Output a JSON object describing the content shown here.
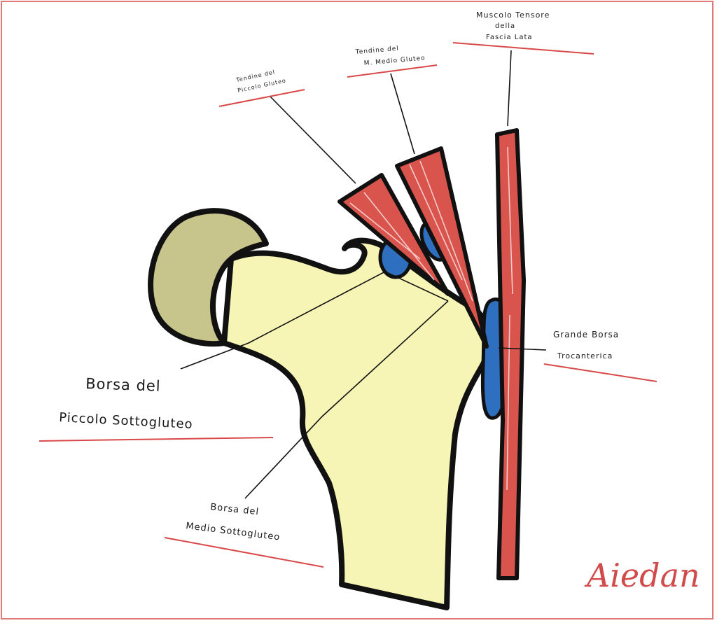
{
  "labels": {
    "tensore_line1": "Muscolo Tensore",
    "tensore_line2": "della",
    "tensore_line3": "Fascia Lata",
    "medio_line1": "Tendine del",
    "medio_line2": "M. Medio Gluteo",
    "piccolo_line1": "Tendine del",
    "piccolo_line2": "Piccolo Gluteo",
    "borsa_piccolo_line1": "Borsa del",
    "borsa_piccolo_line2": "Piccolo Sottogluteo",
    "borsa_medio_line1": "Borsa del",
    "borsa_medio_line2": "Medio Sottogluteo",
    "grande_line1": "Grande Borsa",
    "grande_line2": "Trocanterica"
  },
  "signature": "Aiedan",
  "colors": {
    "bone": "#f7f5b5",
    "femoral_head": "#c7c58c",
    "muscle": "#d9544d",
    "bursa": "#2f6fc0",
    "underline": "#d94848",
    "outline": "#111111"
  }
}
